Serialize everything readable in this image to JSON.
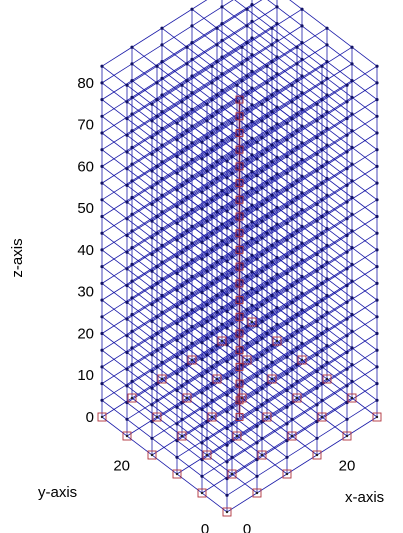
{
  "chart_data": {
    "type": "scatter",
    "subtype": "3d-wireframe-lattice",
    "title": "",
    "xlabel": "x-axis",
    "ylabel": "y-axis",
    "zlabel": "z-axis",
    "xlim": [
      0,
      30
    ],
    "ylim": [
      0,
      30
    ],
    "zlim": [
      0,
      85
    ],
    "x_ticks": [
      "0",
      "20"
    ],
    "y_ticks": [
      "0",
      "20"
    ],
    "z_ticks": [
      "0",
      "10",
      "20",
      "30",
      "40",
      "50",
      "60",
      "70",
      "80"
    ],
    "grid": false,
    "legend": "none",
    "series": [
      {
        "marker": "dot",
        "line": "solid",
        "x": [
          0,
          6,
          12,
          18,
          24,
          30
        ],
        "y": [
          0,
          6,
          12,
          18,
          24,
          30
        ],
        "z": [
          4,
          8,
          12,
          16,
          20,
          24,
          28,
          32,
          36,
          40,
          44,
          48,
          52,
          56,
          60,
          64,
          68,
          72,
          76,
          80,
          84
        ],
        "color": "#1a1aa8"
      },
      {
        "marker": "square",
        "line": "none",
        "x": [
          0,
          6,
          12,
          18,
          24,
          30
        ],
        "y": [
          0,
          6,
          12,
          18,
          24,
          30
        ],
        "z": [
          0
        ],
        "color": "#b0303a"
      },
      {
        "marker": "square",
        "line": "solid",
        "x": [
          15
        ],
        "y": [
          15
        ],
        "z": [
          0,
          4,
          8,
          12,
          16,
          20,
          24,
          28,
          32,
          36,
          40,
          44,
          48,
          52,
          56,
          60,
          64,
          68,
          72,
          76
        ],
        "color": "#b0303a"
      }
    ]
  }
}
